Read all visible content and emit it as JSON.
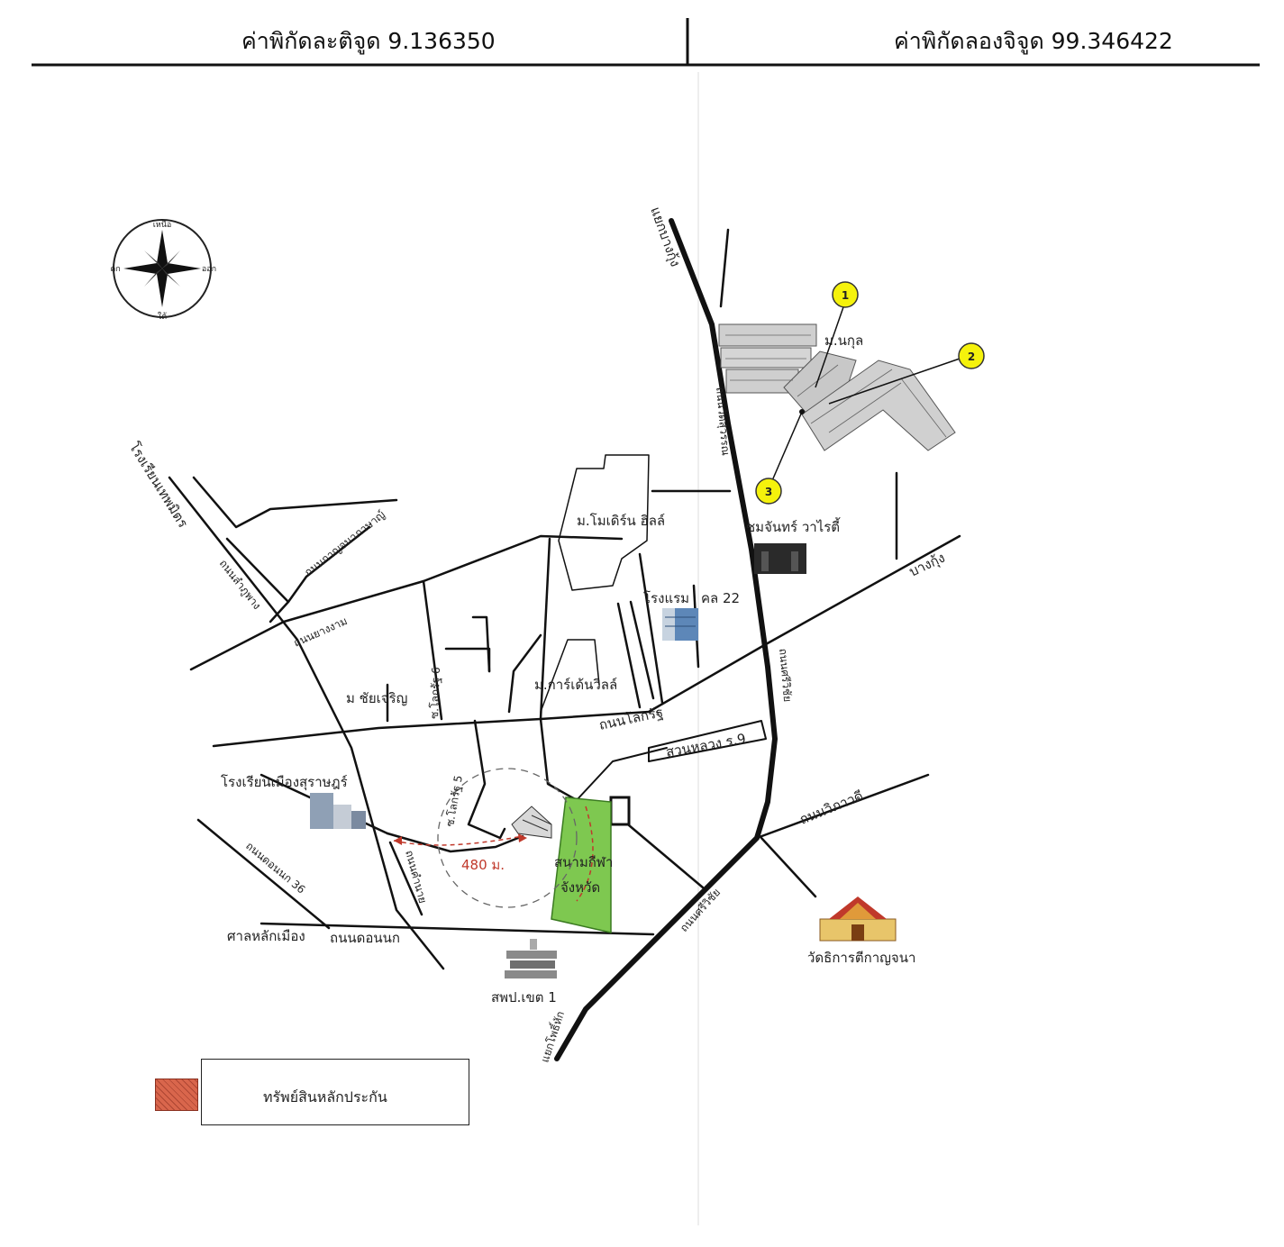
{
  "header": {
    "latitude": "ค่าพิกัดละติจูด 9.136350",
    "longitude": "ค่าพิกัดลองจิจูด 99.346422"
  },
  "compass": {
    "north": "เหนือ",
    "south": "ใต้",
    "east": "ออก",
    "west": "ตก"
  },
  "map_labels": {
    "road_north": "แยกบางกุ้ง",
    "road_highway_north": "ถนนวัดสุวรรณ",
    "road_highway_mid": "ถนนศรีวิชัย",
    "estate": "ม.นกุล",
    "modern_hill": "ม.โมเดิร์น ฮิลล์",
    "chomchan": "ชมจันทร์ วาไรตี้",
    "bangkung": "บางกุ้ง",
    "school_thepmitr": "โรงเรียนเทพมิตร",
    "road_kanjana": "ถนนกาญจนาภาษาญ์",
    "road_lamphu": "ถนนลำภูพาง",
    "road_yangngam": "ถนนยางงาม",
    "hotel": "โรงแรม",
    "hotel_suffix": "คล 22",
    "soi_pholkrat_upper": "ซ.โลกรัฐ 6",
    "chaicharoen": "ม ชัยเจริญ",
    "garden_ville": "ม.การ์เด้นวิลล์",
    "road_pholkrat": "ถนนโลกรัฐ",
    "suan_luang": "สวนหลวง ร.9",
    "school_mueang": "โรงเรียนเมืองสุราษฎร์",
    "soi_pholkrat_lower": "ซ.โลกรัฐ 5",
    "distance": "480 ม.",
    "stadium_1": "สนามกีฬา",
    "stadium_2": "จังหวัด",
    "road_wiphawadi": "ถนนวิภาวดี",
    "road_donnok_36": "ถนนดอนนก 36",
    "road_khanan": "ถนนคำนาย",
    "lak_mueang": "ศาลหลักเมือง",
    "road_donnok": "ถนนดอนนก",
    "office": "สพป.เขต 1",
    "road_sriwichai": "ถนนศรีวิชัย",
    "temple": "วัดธิการตีกาญจนา",
    "road_south": "แยกโพธิ์หัก",
    "marker_1": "1",
    "marker_2": "2",
    "marker_3": "3"
  },
  "legend": {
    "label": "ทรัพย์สินหลักประกัน"
  },
  "colors": {
    "park": "#7ec850",
    "marker": "#f5f20c",
    "collateral": "#d9664c"
  }
}
